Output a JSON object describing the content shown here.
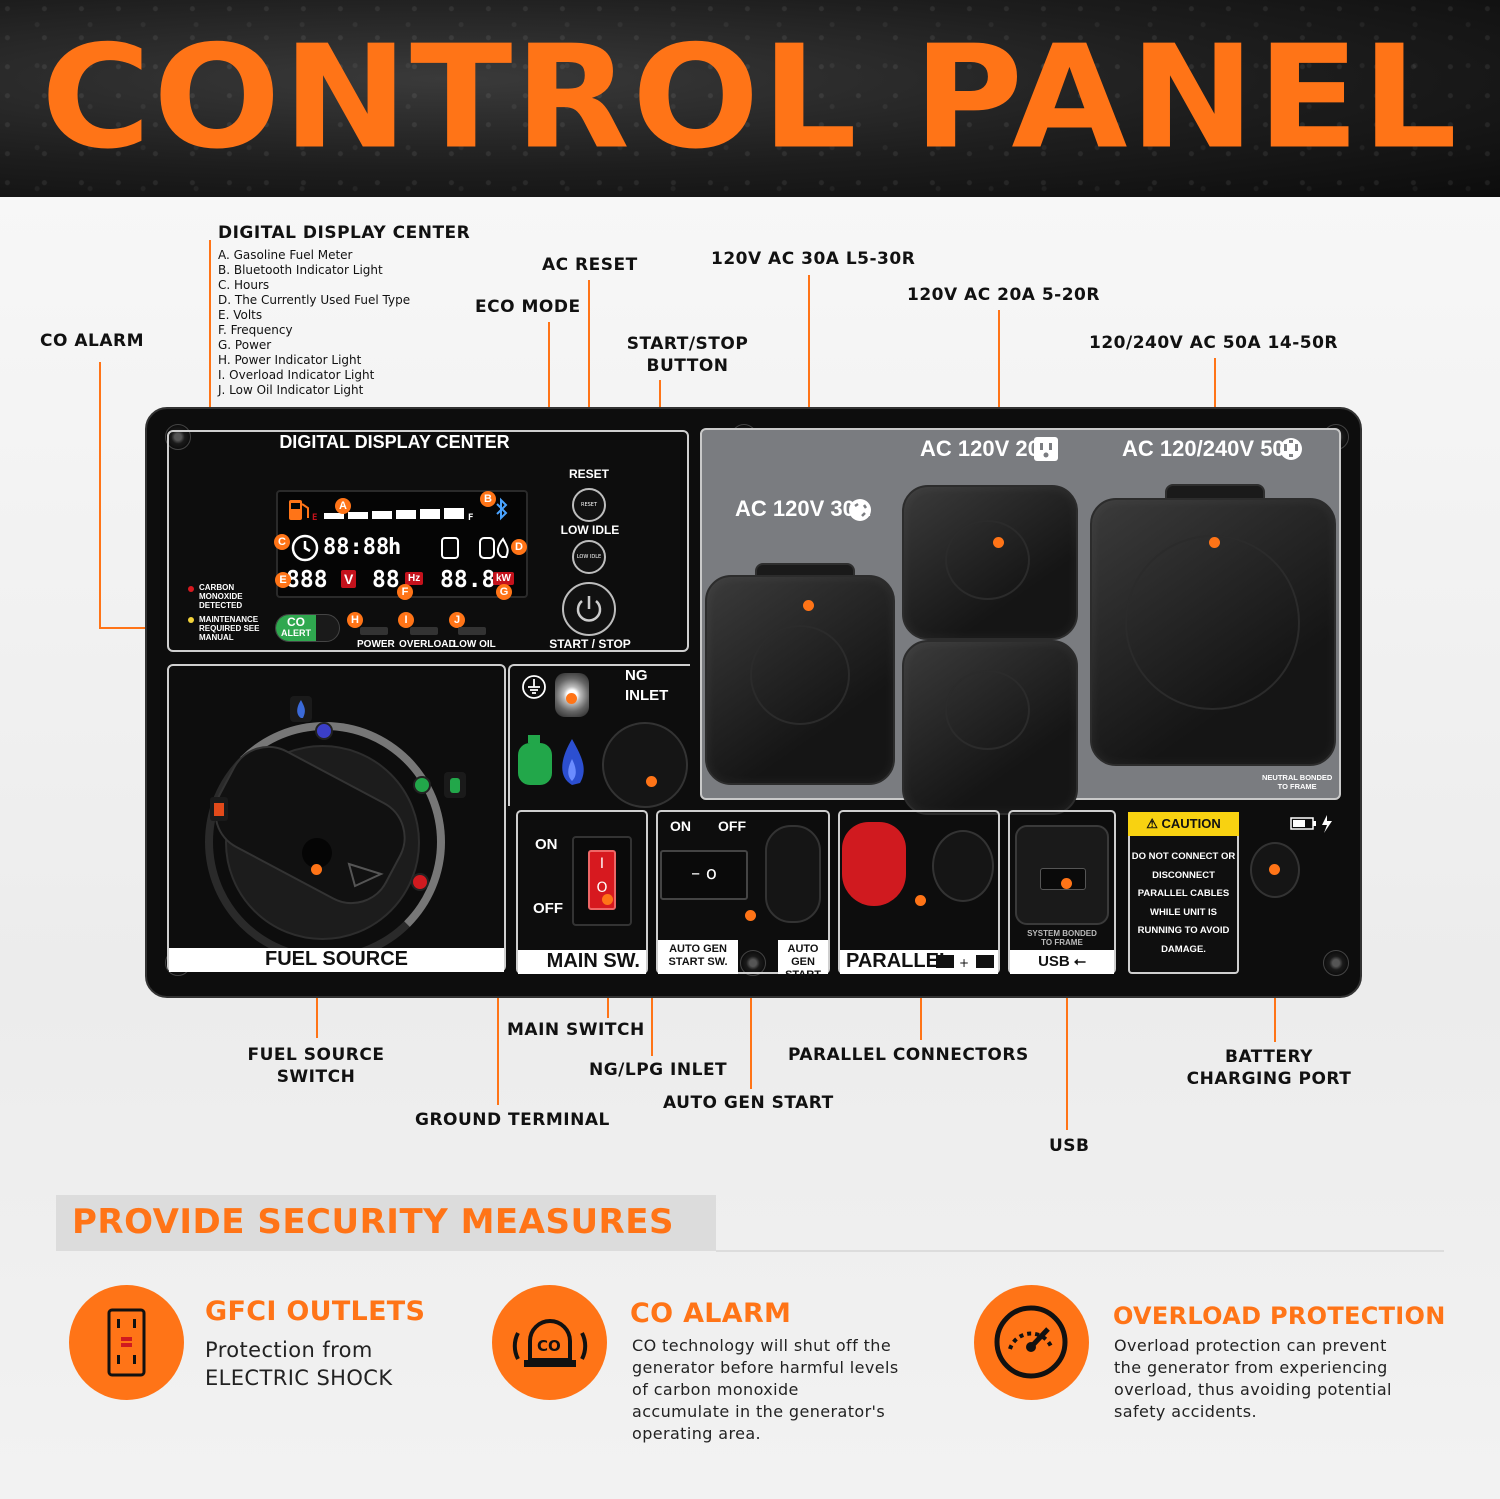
{
  "header": {
    "title": "CONTROL PANEL"
  },
  "callouts": {
    "digital_display_center": "DIGITAL DISPLAY CENTER",
    "ddc_items": [
      "A. Gasoline Fuel Meter",
      "B. Bluetooth Indicator Light",
      "C. Hours",
      "D. The Currently Used Fuel Type",
      "E. Volts",
      "F. Frequency",
      "G. Power",
      "H. Power Indicator Light",
      "I. Overload Indicator Light",
      "J. Low Oil Indicator Light"
    ],
    "co_alarm": "CO ALARM",
    "ac_reset": "AC RESET",
    "eco_mode": "ECO MODE",
    "start_stop_1": "START/STOP",
    "start_stop_2": "BUTTON",
    "l530": "120V AC 30A L5-30R",
    "r520": "120V AC 20A 5-20R",
    "r1450": "120/240V AC 50A 14-50R",
    "fuel_source_1": "FUEL SOURCE",
    "fuel_source_2": "SWITCH",
    "main_switch": "MAIN SWITCH",
    "ng_lpg": "NG/LPG INLET",
    "ground": "GROUND TERMINAL",
    "auto_gen": "AUTO GEN START",
    "parallel": "PARALLEL CONNECTORS",
    "battery_1": "BATTERY",
    "battery_2": "CHARGING PORT",
    "usb": "USB"
  },
  "panel": {
    "ddc_title": "DIGITAL DISPLAY CENTER",
    "lcd_hours": "88:88",
    "lcd_h": "h",
    "lcd_volts": "888",
    "lcd_v": "V",
    "lcd_freq": "88",
    "lcd_hz": "Hz",
    "lcd_power": "88.8",
    "lcd_kw": "kW",
    "lcd_e": "E",
    "lcd_f": "F",
    "markers": [
      "A",
      "B",
      "C",
      "D",
      "E",
      "F",
      "G",
      "H",
      "I",
      "J"
    ],
    "co_text_1": "CARBON",
    "co_text_2": "MONOXIDE",
    "co_text_3": "DETECTED",
    "maint_1": "MAINTENANCE",
    "maint_2": "REQUIRED SEE",
    "maint_3": "MANUAL",
    "co_btn_1": "CO",
    "co_btn_2": "ALERT",
    "ind_power": "POWER",
    "ind_overload": "OVERLOAD",
    "ind_lowoil": "LOW OIL",
    "reset": "RESET",
    "reset_small": "RESET",
    "low_idle": "LOW IDLE",
    "low_idle_small": "LOW IDLE",
    "start_stop": "START / STOP",
    "ac30": "AC 120V 30A",
    "ac20": "AC 120V 20A",
    "ac50": "AC 120/240V 50A",
    "neutral_1": "NEUTRAL BONDED",
    "neutral_2": "TO FRAME",
    "ng_1": "NG",
    "ng_2": "INLET",
    "fuel_source": "FUEL SOURCE",
    "main_on": "ON",
    "main_off": "OFF",
    "main_sw": "MAIN SW.",
    "ag_on": "ON",
    "ag_off": "OFF",
    "ag_sw_1": "AUTO GEN",
    "ag_sw_2": "START SW.",
    "ag_start_1": "AUTO GEN",
    "ag_start_2": "START",
    "parallel": "PARALLEL",
    "usb_bond_1": "SYSTEM BONDED",
    "usb_bond_2": "TO FRAME",
    "usb": "USB",
    "caution": "⚠ CAUTION",
    "caution_text": "DO NOT CONNECT OR DISCONNECT PARALLEL CABLES WHILE UNIT IS RUNNING TO AVOID DAMAGE."
  },
  "security": {
    "title": "PROVIDE SECURITY MEASURES",
    "features": [
      {
        "icon": "gfci-outlet-icon",
        "title": "GFCI OUTLETS",
        "text_1": "Protection from",
        "text_2": "ELECTRIC SHOCK"
      },
      {
        "icon": "co-alarm-icon",
        "title": "CO ALARM",
        "text_1": "CO technology will shut off the",
        "text_2": "generator before harmful levels",
        "text_3": "of carbon monoxide",
        "text_4": "accumulate in the generator's",
        "text_5": "operating area."
      },
      {
        "icon": "overload-gauge-icon",
        "title": "OVERLOAD PROTECTION",
        "text_1": "Overload protection can prevent",
        "text_2": "the generator from experiencing",
        "text_3": "overload, thus avoiding potential",
        "text_4": "safety accidents."
      }
    ]
  },
  "colors": {
    "accent": "#ff7417",
    "panel": "#0d0d0d",
    "outlet_plate": "#7a7c80",
    "caution": "#f8d211",
    "red": "#d01a1f",
    "green": "#2fa84f"
  }
}
